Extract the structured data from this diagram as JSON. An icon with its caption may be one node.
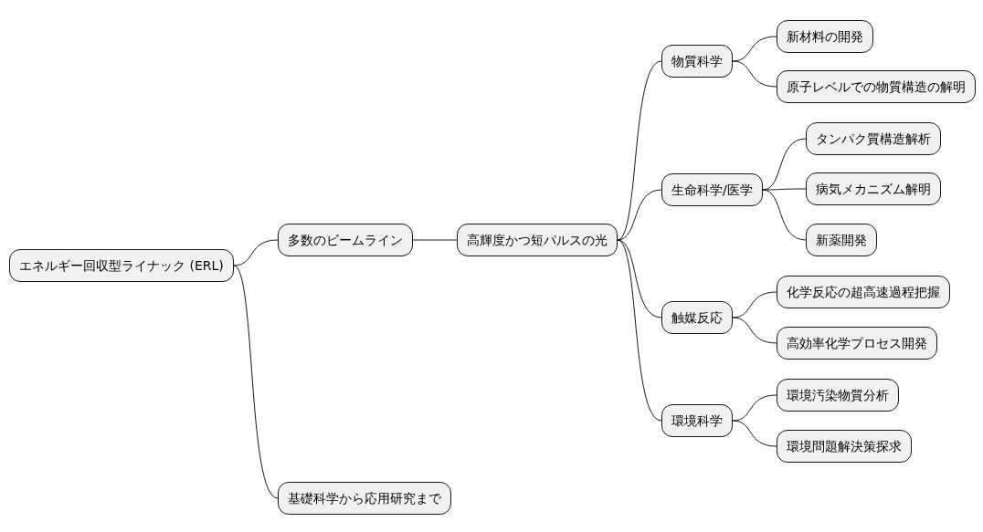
{
  "diagram": {
    "nodes": [
      {
        "text": [
          "エネルギー回収型ライナック (ERL)"
        ]
      },
      {
        "text": [
          "多数のビームライン"
        ]
      },
      {
        "text": [
          "高輝度かつ短パルスの光"
        ]
      },
      {
        "text": [
          "物質科学"
        ]
      },
      {
        "text": [
          "新材料の開発"
        ]
      },
      {
        "text": [
          "原子レベルでの物質構造の解明"
        ]
      },
      {
        "text": [
          "生命科学/医学"
        ]
      },
      {
        "text": [
          "タンパク質構造解析"
        ]
      },
      {
        "text": [
          "病気メカニズム解明"
        ]
      },
      {
        "text": [
          "新薬開発"
        ]
      },
      {
        "text": [
          "触媒反応"
        ]
      },
      {
        "text": [
          "化学反応の超高速過程把握"
        ]
      },
      {
        "text": [
          "高効率化学プロセス開発"
        ]
      },
      {
        "text": [
          "環境科学"
        ]
      },
      {
        "text": [
          "環境汚染物質分析"
        ]
      },
      {
        "text": [
          "環境問題解決策探求"
        ]
      },
      {
        "text": [
          "基礎科学から応用研究まで"
        ]
      }
    ],
    "edges": [
      {
        "from": 0,
        "to": 1,
        "arrow": "none"
      },
      {
        "from": 1,
        "to": 2,
        "arrow": "none"
      },
      {
        "from": 2,
        "to": 3,
        "arrow": "none"
      },
      {
        "from": 3,
        "to": 4,
        "arrow": "none"
      },
      {
        "from": 3,
        "to": 5,
        "arrow": "none"
      },
      {
        "from": 2,
        "to": 6,
        "arrow": "none"
      },
      {
        "from": 6,
        "to": 7,
        "arrow": "none"
      },
      {
        "from": 6,
        "to": 8,
        "arrow": "none"
      },
      {
        "from": 6,
        "to": 9,
        "arrow": "none"
      },
      {
        "from": 2,
        "to": 10,
        "arrow": "none"
      },
      {
        "from": 10,
        "to": 11,
        "arrow": "none"
      },
      {
        "from": 10,
        "to": 12,
        "arrow": "none"
      },
      {
        "from": 2,
        "to": 13,
        "arrow": "none"
      },
      {
        "from": 13,
        "to": 14,
        "arrow": "none"
      },
      {
        "from": 13,
        "to": 15,
        "arrow": "none"
      },
      {
        "from": 0,
        "to": 16,
        "arrow": "none"
      }
    ]
  }
}
